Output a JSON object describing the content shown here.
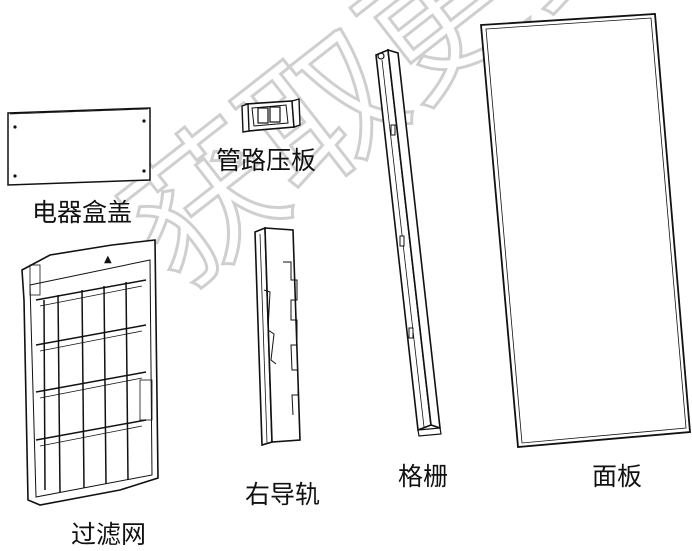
{
  "parts": {
    "electric_box_cover": {
      "label": "电器盒盖"
    },
    "pipe_pressure_plate": {
      "label": "管路压板"
    },
    "grille": {
      "label": "格栅"
    },
    "front_panel": {
      "label": "面板"
    },
    "air_filter": {
      "label": "过滤网"
    },
    "right_guide_rail": {
      "label": "右导轨"
    }
  },
  "watermark": {
    "text": "获取更多"
  },
  "colors": {
    "line": "#111111",
    "fill": "#ffffff",
    "watermark": "#cfcfcf"
  }
}
